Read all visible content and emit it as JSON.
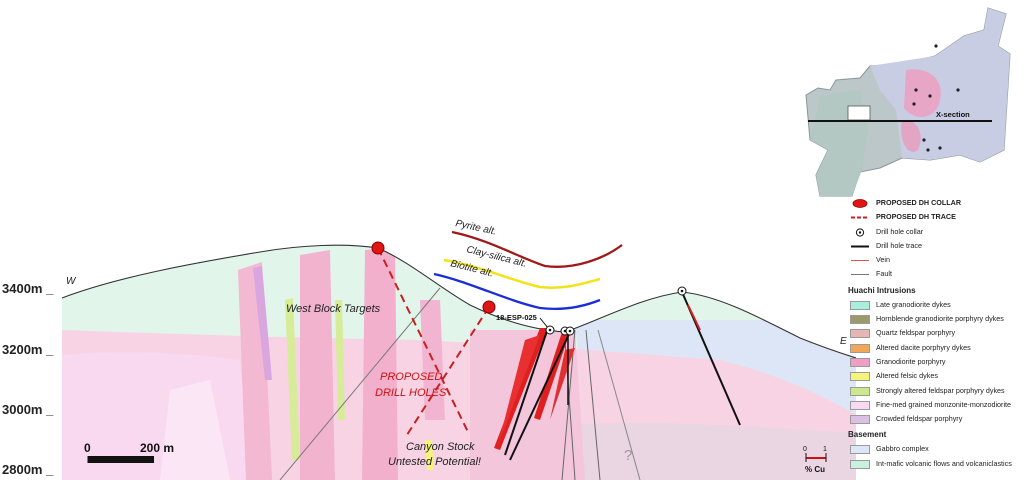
{
  "elevations": [
    "3400m _",
    "3200m _",
    "3000m _",
    "2800m _"
  ],
  "directions": {
    "west": "W",
    "east": "E"
  },
  "labels": {
    "west_block": "West Block Targets",
    "proposed_1": "PROPOSED",
    "proposed_2": "DRILL HOLES",
    "canyon_1": "Canyon Stock",
    "canyon_2": "Untested Potential!",
    "drill_id": "18-ESP-025",
    "question": "?",
    "pyrite": "Pyrite alt.",
    "clay": "Clay-silica alt.",
    "biotite": "Biotite alt."
  },
  "scale": {
    "zero": "0",
    "dist": "200 m"
  },
  "cu_scale": {
    "zero": "0",
    "one": "1",
    "label": "% Cu"
  },
  "inset": {
    "xsection": "X-section"
  },
  "legend": {
    "symbols": [
      {
        "label": "PROPOSED DH COLLAR",
        "bold": true,
        "icon": "red-circle"
      },
      {
        "label": "PROPOSED DH TRACE",
        "bold": true,
        "icon": "red-dashed-line"
      },
      {
        "label": "Drill hole collar",
        "bold": false,
        "icon": "collar-icon"
      },
      {
        "label": "Drill hole trace",
        "bold": false,
        "icon": "black-line"
      },
      {
        "label": "Vein",
        "bold": false,
        "icon": "thin-red-line"
      },
      {
        "label": "Fault",
        "bold": false,
        "icon": "thin-grey-line"
      }
    ],
    "huachi_title": "Huachi Intrusions",
    "huachi": [
      {
        "label": "Late granodiorite dykes",
        "color": "#a9f0dc"
      },
      {
        "label": "Hornblende granodiorite porphyry dykes",
        "color": "#9c9a6a"
      },
      {
        "label": "Quartz feldspar porphyry",
        "color": "#e6b5b5"
      },
      {
        "label": "Altered dacite porphyry dykes",
        "color": "#f2a65a"
      },
      {
        "label": "Granodiorite porphyry",
        "color": "#ef9fc5"
      },
      {
        "label": "Altered felsic dykes",
        "color": "#f4f47a"
      },
      {
        "label": "Strongly altered feldspar porphyry dykes",
        "color": "#cde88a"
      },
      {
        "label": "Fine-med grained monzonite-monzodiorite",
        "color": "#f9d8f2"
      },
      {
        "label": "Crowded feldspar porphyry",
        "color": "#dcc0e4"
      }
    ],
    "basement_title": "Basement",
    "basement": [
      {
        "label": "Gabbro complex",
        "color": "#dce6f7"
      },
      {
        "label": "Int-mafic volcanic flows and volcaniclastics",
        "color": "#c9f0df"
      }
    ]
  }
}
